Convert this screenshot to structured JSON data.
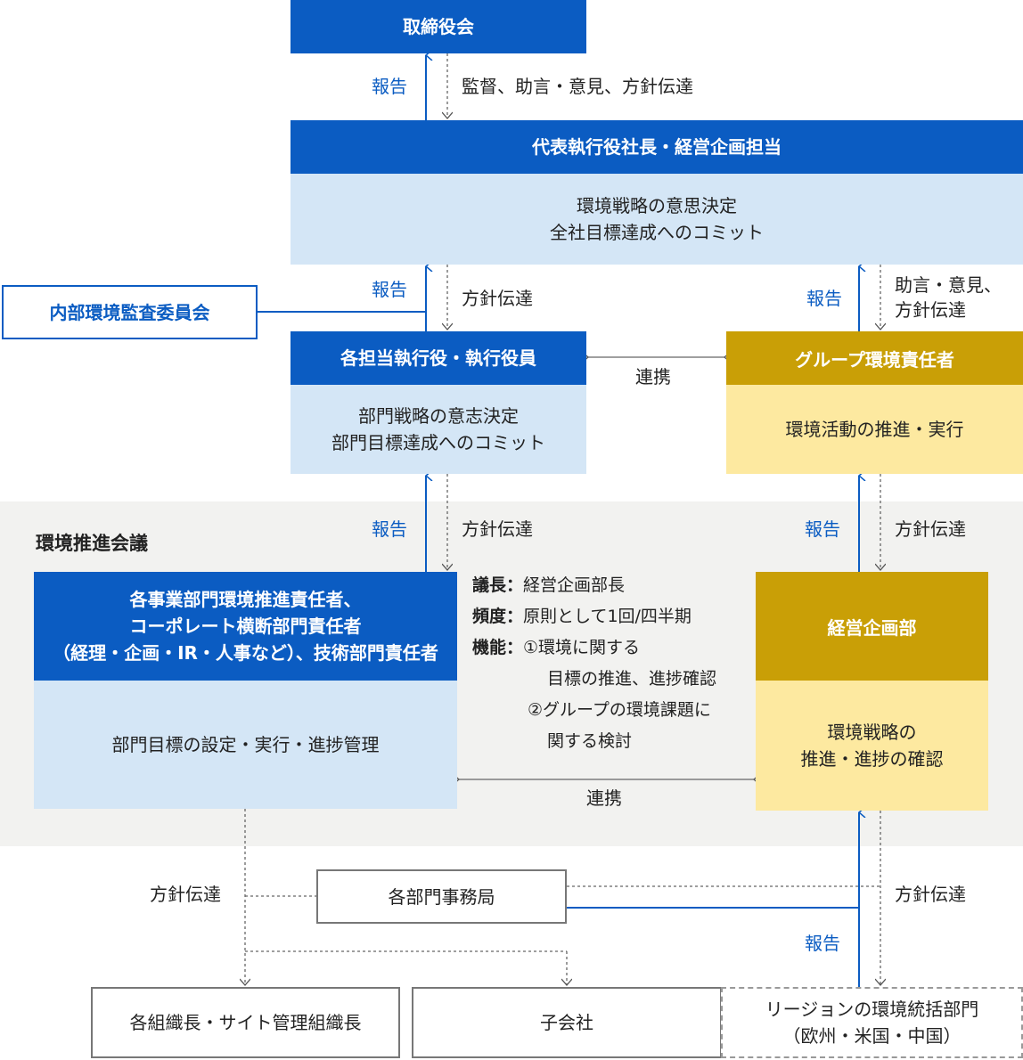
{
  "board": "取締役会",
  "report": "報告",
  "supervise": "監督、助言・意見、方針伝達",
  "ceo": {
    "title": "代表執行役社長・経営企画担当",
    "lines": [
      "環境戦略の意思決定",
      "全社目標達成へのコミット"
    ]
  },
  "audit": "内部環境監査委員会",
  "policy": "方針伝達",
  "advice": [
    "助言・意見、",
    "方針伝達"
  ],
  "officers": {
    "title": "各担当執行役・執行役員",
    "lines": [
      "部門戦略の意志決定",
      "部門目標達成へのコミット"
    ]
  },
  "group_env": {
    "title": "グループ環境責任者",
    "lines": [
      "環境活動の推進・実行"
    ]
  },
  "cooperation": "連携",
  "council": "環境推進会議",
  "dept_heads": {
    "title": [
      "各事業部門環境推進責任者、",
      "コーポレート横断部門責任者",
      "（経理・企画・IR・人事など）、技術部門責任者"
    ],
    "lines": [
      "部門目標の設定・実行・進捗管理"
    ]
  },
  "council_info": {
    "chair_label": "議長：",
    "chair": "経営企画部長",
    "freq_label": "頻度：",
    "freq": "原則として1回/四半期",
    "func_label": "機能：",
    "func": [
      "①環境に関する",
      "目標の推進、進捗確認",
      "②グループの環境課題に",
      "関する検討"
    ]
  },
  "planning": {
    "title": "経営企画部",
    "lines": [
      "環境戦略の",
      "推進・進捗の確認"
    ]
  },
  "secretariat": "各部門事務局",
  "bottom": [
    "各組織長・サイト管理組織長",
    "子会社",
    "リージョンの環境統括部門",
    "（欧州・米国・中国）"
  ]
}
